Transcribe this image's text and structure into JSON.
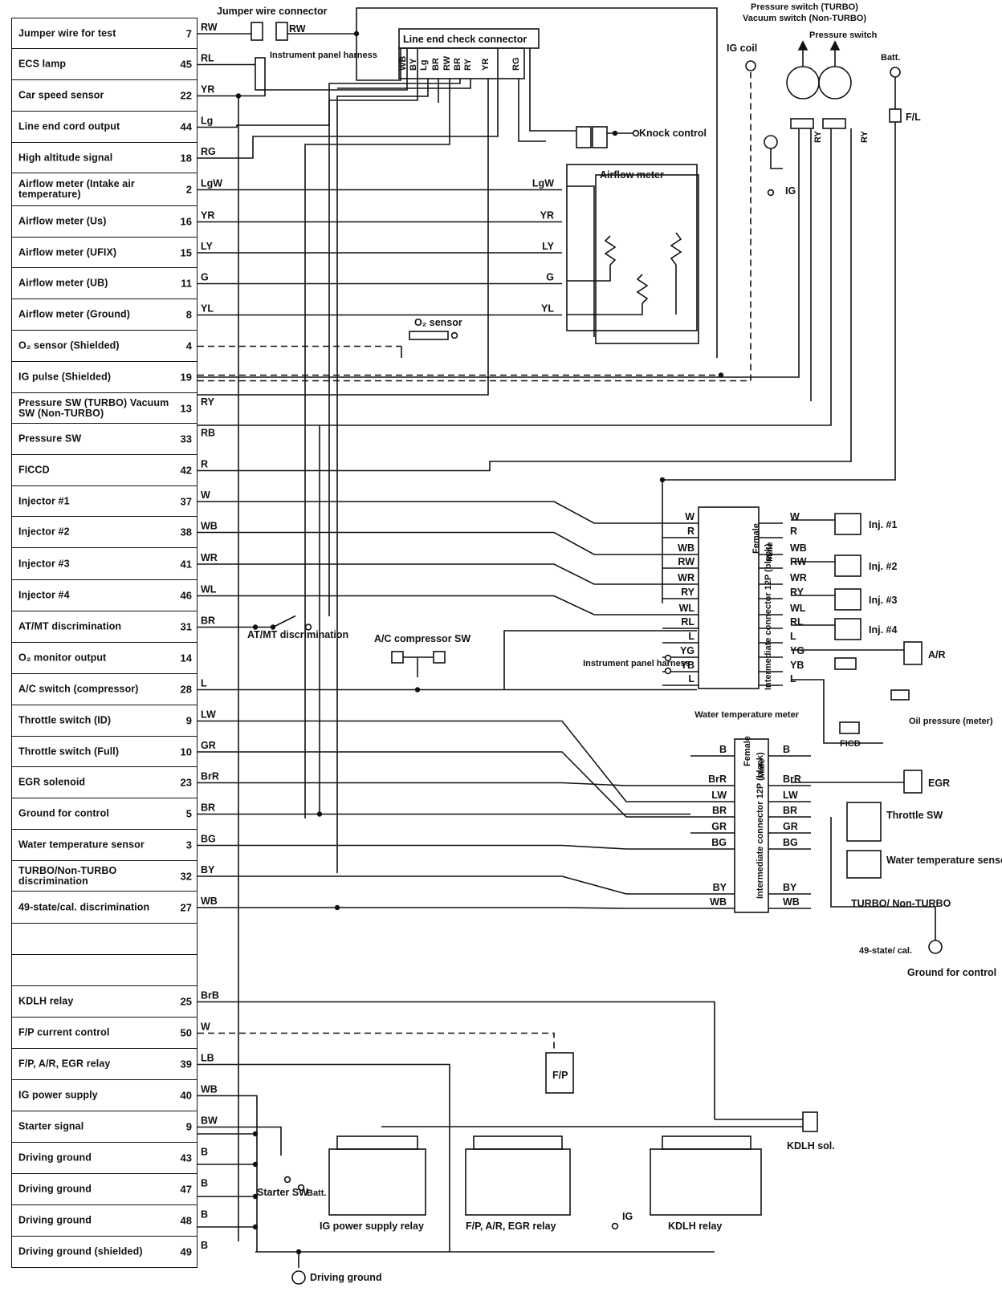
{
  "pins": [
    {
      "label": "Jumper wire for test",
      "pin": "7",
      "wire": "RW"
    },
    {
      "label": "ECS lamp",
      "pin": "45",
      "wire": "RL"
    },
    {
      "label": "Car speed sensor",
      "pin": "22",
      "wire": "YR"
    },
    {
      "label": "Line end cord output",
      "pin": "44",
      "wire": "Lg"
    },
    {
      "label": "High altitude signal",
      "pin": "18",
      "wire": "RG"
    },
    {
      "label": "Airflow meter (Intake air temperature)",
      "pin": "2",
      "wire": "LgW"
    },
    {
      "label": "Airflow meter (Us)",
      "pin": "16",
      "wire": "YR"
    },
    {
      "label": "Airflow meter (UFIX)",
      "pin": "15",
      "wire": "LY"
    },
    {
      "label": "Airflow meter (UB)",
      "pin": "11",
      "wire": "G"
    },
    {
      "label": "Airflow meter (Ground)",
      "pin": "8",
      "wire": "YL"
    },
    {
      "label": "O₂ sensor (Shielded)",
      "pin": "4",
      "wire": ""
    },
    {
      "label": "IG pulse (Shielded)",
      "pin": "19",
      "wire": ""
    },
    {
      "label": "Pressure SW (TURBO) Vacuum SW (Non-TURBO)",
      "pin": "13",
      "wire": "RY"
    },
    {
      "label": "Pressure SW",
      "pin": "33",
      "wire": "RB"
    },
    {
      "label": "FICCD",
      "pin": "42",
      "wire": "R"
    },
    {
      "label": "Injector #1",
      "pin": "37",
      "wire": "W"
    },
    {
      "label": "Injector #2",
      "pin": "38",
      "wire": "WB"
    },
    {
      "label": "Injector #3",
      "pin": "41",
      "wire": "WR"
    },
    {
      "label": "Injector #4",
      "pin": "46",
      "wire": "WL"
    },
    {
      "label": "AT/MT discrimination",
      "pin": "31",
      "wire": "BR"
    },
    {
      "label": "O₂ monitor output",
      "pin": "14",
      "wire": ""
    },
    {
      "label": "A/C switch (compressor)",
      "pin": "28",
      "wire": "L"
    },
    {
      "label": "Throttle switch (ID)",
      "pin": "9",
      "wire": "LW"
    },
    {
      "label": "Throttle switch (Full)",
      "pin": "10",
      "wire": "GR"
    },
    {
      "label": "EGR solenoid",
      "pin": "23",
      "wire": "BrR"
    },
    {
      "label": "Ground for control",
      "pin": "5",
      "wire": "BR"
    },
    {
      "label": "Water temperature sensor",
      "pin": "3",
      "wire": "BG"
    },
    {
      "label": "TURBO/Non-TURBO discrimination",
      "pin": "32",
      "wire": "BY"
    },
    {
      "label": "49-state/cal. discrimination",
      "pin": "27",
      "wire": "WB"
    },
    {
      "label": "",
      "pin": "",
      "wire": ""
    },
    {
      "label": "",
      "pin": "",
      "wire": ""
    },
    {
      "label": "KDLH relay",
      "pin": "25",
      "wire": "BrB"
    },
    {
      "label": "F/P current control",
      "pin": "50",
      "wire": "W"
    },
    {
      "label": "F/P, A/R, EGR relay",
      "pin": "39",
      "wire": "LB"
    },
    {
      "label": "IG power supply",
      "pin": "40",
      "wire": "WB"
    },
    {
      "label": "Starter signal",
      "pin": "9",
      "wire": "BW"
    },
    {
      "label": "Driving ground",
      "pin": "43",
      "wire": "B"
    },
    {
      "label": "Driving ground",
      "pin": "47",
      "wire": "B"
    },
    {
      "label": "Driving ground",
      "pin": "48",
      "wire": "B"
    },
    {
      "label": "Driving ground (shielded)",
      "pin": "49",
      "wire": "B"
    }
  ],
  "labels": {
    "jumper_conn": "Jumper wire connector",
    "inst_harness": "Instrument panel harness",
    "line_check": "Line end check connector",
    "knock": "Knock control",
    "airflow": "Airflow meter",
    "o2": "O₂ sensor",
    "ig_coil": "IG coil",
    "press_sw_turbo": "Pressure switch (TURBO)",
    "vac_sw": "Vacuum switch (Non-TURBO)",
    "press_sw": "Pressure switch",
    "batt": "Batt.",
    "fl": "F/L",
    "ig": "IG",
    "at_mt": "AT/MT discrimination",
    "ac_comp": "A/C compressor SW",
    "inst_panel": "Instrument panel harness",
    "ic1": "Intermediate connector 12P (black)",
    "ic2": "Intermediate connector 12P (black)",
    "female": "Female",
    "male": "Male",
    "inj1": "Inj. #1",
    "inj2": "Inj. #2",
    "inj3": "Inj. #3",
    "inj4": "Inj. #4",
    "ar": "A/R",
    "oil": "Oil pressure (meter)",
    "wtm": "Water temperature meter",
    "ficd": "FICD",
    "egr": "EGR",
    "throttle": "Throttle SW",
    "wts": "Water temperature sensor",
    "turbo_disc": "TURBO/ Non-TURBO",
    "cal": "49-state/ cal.",
    "gnd_ctrl": "Ground for control",
    "fp": "F/P",
    "kdlh_sol": "KDLH sol.",
    "ig_relay": "IG power supply relay",
    "fp_relay": "F/P, A/R, EGR relay",
    "kdlh_relay": "KDLH relay",
    "starter": "Starter SW",
    "drv_gnd": "Driving ground"
  },
  "line_check_pins": [
    "WB",
    "BY",
    "Lg",
    "BR",
    "RW",
    "BR",
    "RY",
    "YR",
    "RG"
  ],
  "ic1_left": [
    "W",
    "R",
    "WB",
    "RW",
    "WR",
    "RY",
    "WL",
    "RL",
    "L",
    "YG",
    "YB",
    "L"
  ],
  "ic1_right": [
    "W",
    "R",
    "WB",
    "RW",
    "WR",
    "RY",
    "WL",
    "RL",
    "L",
    "YG",
    "YB",
    "L"
  ],
  "ic2_left": [
    "B",
    "BrR",
    "LW",
    "BR",
    "GR",
    "BG",
    "BY",
    "WB"
  ],
  "ic2_right": [
    "B",
    "BrR",
    "LW",
    "BR",
    "GR",
    "BG",
    "BY",
    "WB"
  ]
}
